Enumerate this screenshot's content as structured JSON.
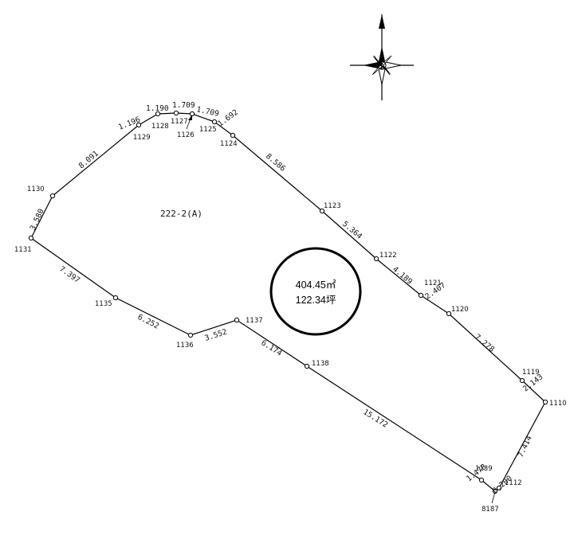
{
  "parcel_id": "222-2(A)",
  "area": {
    "sqm": "404.45㎡",
    "tsubo": "122.34坪"
  },
  "compass": {
    "icon": "north-arrow-compass-icon"
  },
  "points": {
    "p1129": "1129",
    "p1128": "1128",
    "p1127": "1127",
    "p1126": "1126",
    "p1125": "1125",
    "p1124": "1124",
    "p1123": "1123",
    "p1122": "1122",
    "p1121": "1121",
    "p1120": "1120",
    "p1119": "1119",
    "p1110": "1110",
    "p1112": "1112",
    "p8187": "8187",
    "p1139": "1139",
    "p1138": "1138",
    "p1137": "1137",
    "p1136": "1136",
    "p1135": "1135",
    "p1131": "1131",
    "p1130": "1130"
  },
  "lengths": {
    "l1129_1128": "1.196",
    "l1128_1127": "1.190",
    "l1127_1126": "1.709",
    "l1126_1125": "1.709",
    "l1125_1124": "1.692",
    "l1124_1123": "8.586",
    "l1123_1122": "5.364",
    "l1122_1121": "4.189",
    "l1121_1120": "2.407",
    "l1120_1119": "7.278",
    "l1119_1110": "2.143",
    "l1110_1112": "7.414",
    "l1112_8187": "0.200",
    "l8187_1139": "1.478",
    "l1139_1138": "15.172",
    "l1138_1137": "6.174",
    "l1137_1136": "3.552",
    "l1136_1135": "6.252",
    "l1135_1131": "7.397",
    "l1131_1130": "3.580",
    "l1130_1129": "8.091"
  }
}
